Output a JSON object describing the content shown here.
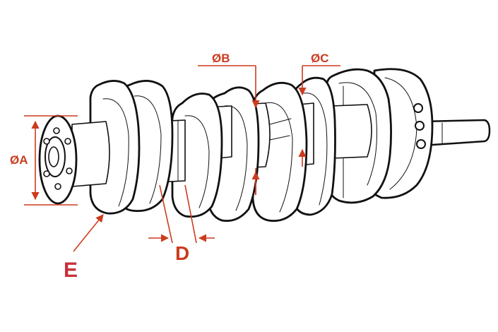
{
  "labels": {
    "dia_a": "ØA",
    "dia_b": "ØB",
    "dia_c": "ØC",
    "length_d": "D",
    "marker_e": "E"
  },
  "colors": {
    "dimension_red": "#cc3b1e",
    "outline": "#111111",
    "marker_e": "#c9303a"
  }
}
